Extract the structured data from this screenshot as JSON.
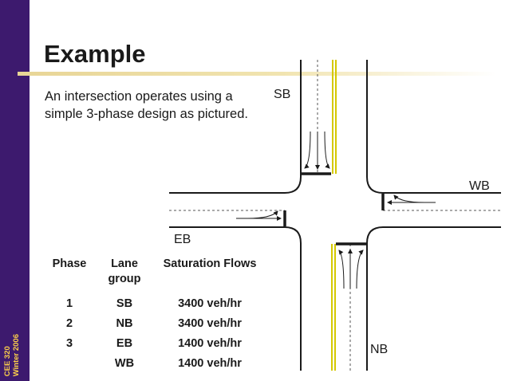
{
  "sidebar": {
    "course": "CEE 320",
    "term": "Winter 2006",
    "color": "#3d1a6e",
    "text_color": "#ffd24a"
  },
  "slide": {
    "title": "Example",
    "intro": "An intersection operates using a simple 3-phase design as pictured."
  },
  "diagram": {
    "labels": {
      "sb": "SB",
      "wb": "WB",
      "eb": "EB",
      "nb": "NB"
    },
    "centerline_color": "#d4c800"
  },
  "table": {
    "headers": [
      "Phase",
      "Lane group",
      "Saturation Flows"
    ],
    "rows": [
      [
        "1",
        "SB",
        "3400 veh/hr"
      ],
      [
        "2",
        "NB",
        "3400 veh/hr"
      ],
      [
        "3",
        "EB",
        "1400 veh/hr"
      ],
      [
        "",
        "WB",
        "1400 veh/hr"
      ]
    ]
  }
}
